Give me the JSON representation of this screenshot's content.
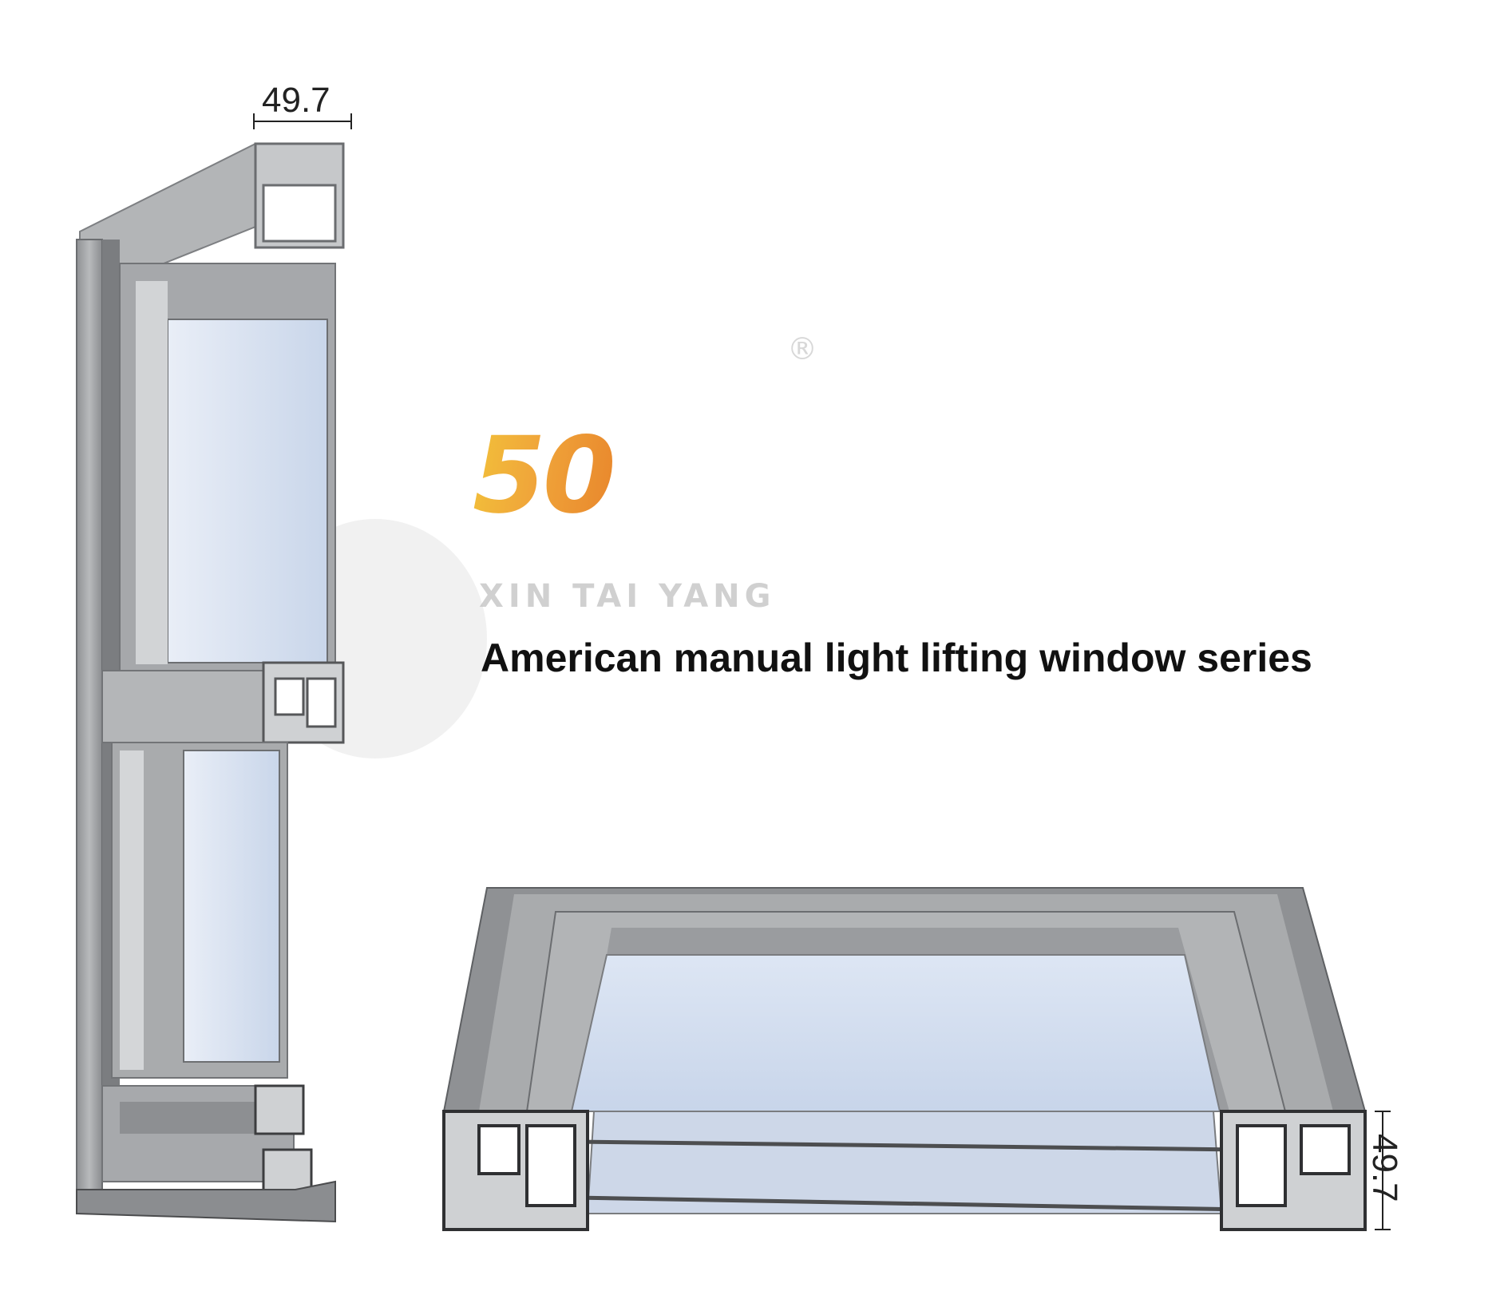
{
  "brand": {
    "series_number": "50",
    "watermark_text": "XIN TAI YANG",
    "registered_mark": "®"
  },
  "product": {
    "title": "American manual light lifting window series"
  },
  "dimensions": {
    "vertical_section_width": "49.7",
    "horizontal_section_height": "49.7"
  },
  "colors": {
    "aluminum": "#a9abad",
    "aluminum_dark": "#6e7073",
    "glass": "#dfe8f5",
    "accent_gold": "#f0a53a",
    "title_text": "#111111"
  }
}
